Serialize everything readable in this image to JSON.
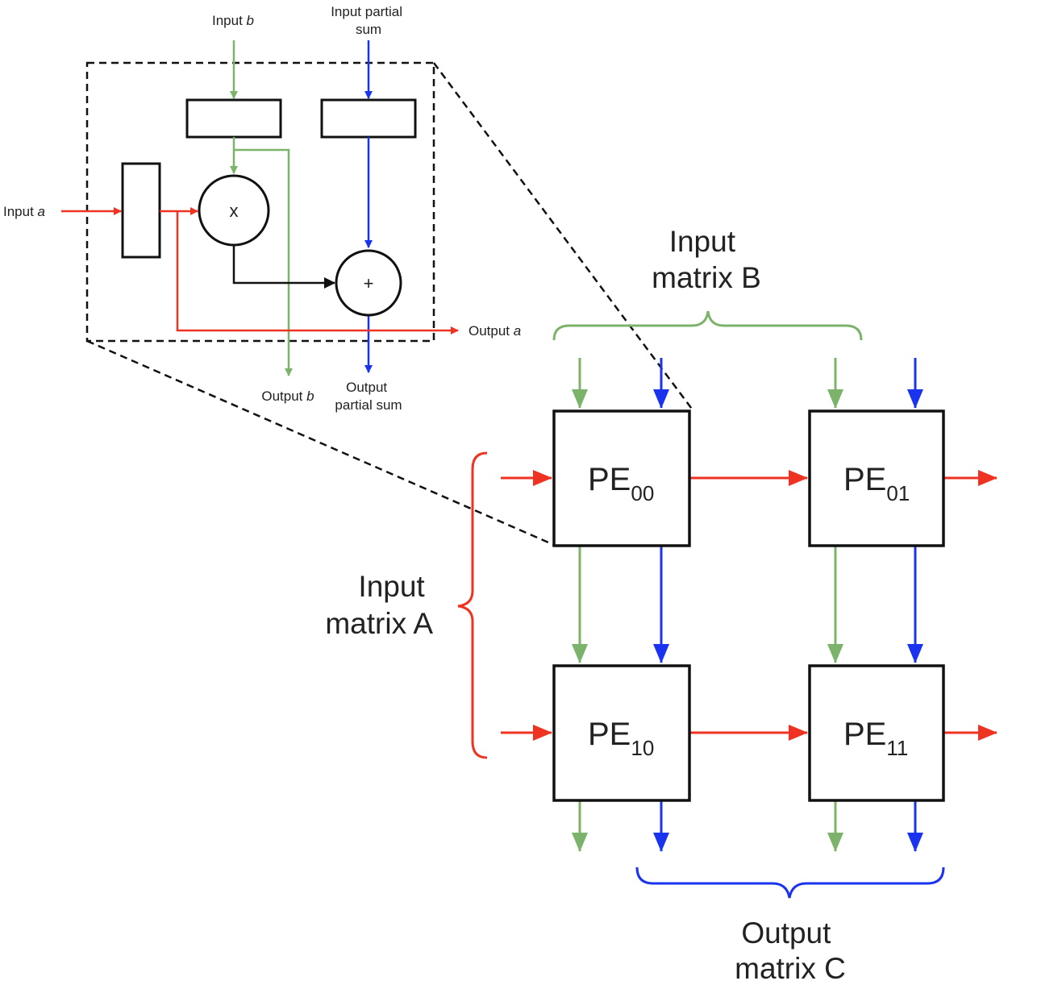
{
  "colors": {
    "a_path": "#ee3322",
    "b_path": "#7cb36a",
    "psum_path": "#1a33ee",
    "box": "#111111"
  },
  "detail": {
    "input_b": "Input ",
    "input_b_var": "b",
    "input_partial_sum": [
      "Input partial",
      "sum"
    ],
    "input_a": "Input ",
    "input_a_var": "a",
    "output_a": "Output ",
    "output_a_var": "a",
    "output_b": "Output ",
    "output_b_var": "b",
    "output_partial_sum": [
      "Output",
      "partial sum"
    ],
    "multiply_symbol": "x",
    "add_symbol": "+"
  },
  "array": {
    "input_matrix_b": [
      "Input",
      "matrix B"
    ],
    "input_matrix_a": [
      "Input",
      "matrix A"
    ],
    "output_matrix_c": [
      "Output",
      "matrix C"
    ],
    "pe": [
      {
        "main": "PE",
        "sub": "00"
      },
      {
        "main": "PE",
        "sub": "01"
      },
      {
        "main": "PE",
        "sub": "10"
      },
      {
        "main": "PE",
        "sub": "11"
      }
    ]
  }
}
